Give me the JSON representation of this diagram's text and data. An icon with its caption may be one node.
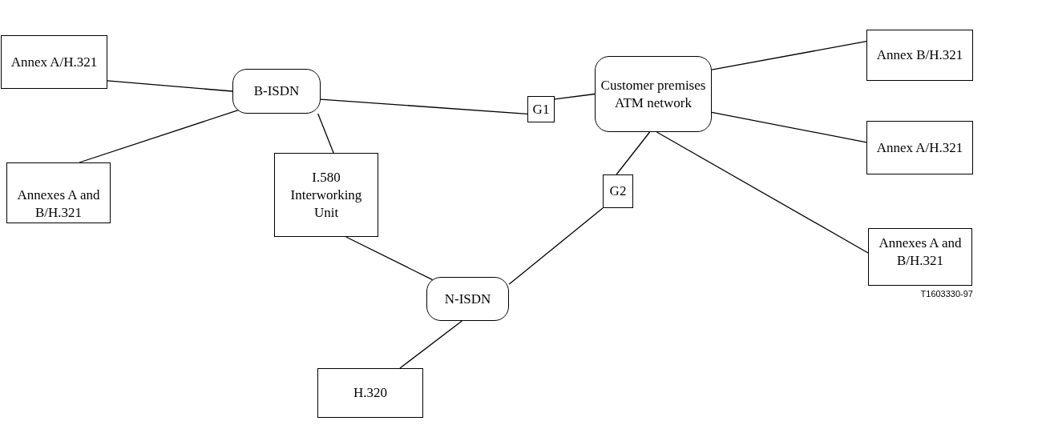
{
  "diagram": {
    "nodes": [
      {
        "text": [
          "Annex A/H.321"
        ]
      },
      {
        "text": [
          "B-ISDN"
        ]
      },
      {
        "text": [
          "Annexes A and B/H.321"
        ]
      },
      {
        "text": [
          "I.580 Interworking Unit"
        ]
      },
      {
        "text": [
          "G1"
        ]
      },
      {
        "text": [
          "Customer premises ATM network"
        ]
      },
      {
        "text": [
          "Annex B/H.321"
        ]
      },
      {
        "text": [
          "Annex A/H.321"
        ]
      },
      {
        "text": [
          "G2"
        ]
      },
      {
        "text": [
          "Annexes A and B/H.321"
        ]
      },
      {
        "text": [
          "N-ISDN"
        ]
      },
      {
        "text": [
          "H.320"
        ]
      }
    ],
    "edges": [
      {
        "from": 0,
        "to": 1,
        "arrow": "none"
      },
      {
        "from": 2,
        "to": 1,
        "arrow": "none"
      },
      {
        "from": 1,
        "to": 4,
        "arrow": "none"
      },
      {
        "from": 4,
        "to": 5,
        "arrow": "none"
      },
      {
        "from": 5,
        "to": 6,
        "arrow": "none"
      },
      {
        "from": 5,
        "to": 7,
        "arrow": "none"
      },
      {
        "from": 5,
        "to": 9,
        "arrow": "none"
      },
      {
        "from": 1,
        "to": 3,
        "arrow": "none"
      },
      {
        "from": 8,
        "to": 5,
        "arrow": "none"
      },
      {
        "from": 3,
        "to": 10,
        "arrow": "none"
      },
      {
        "from": 10,
        "to": 8,
        "arrow": "none"
      },
      {
        "from": 10,
        "to": 11,
        "arrow": "none"
      }
    ],
    "labels": [
      "T1603330-97"
    ]
  }
}
